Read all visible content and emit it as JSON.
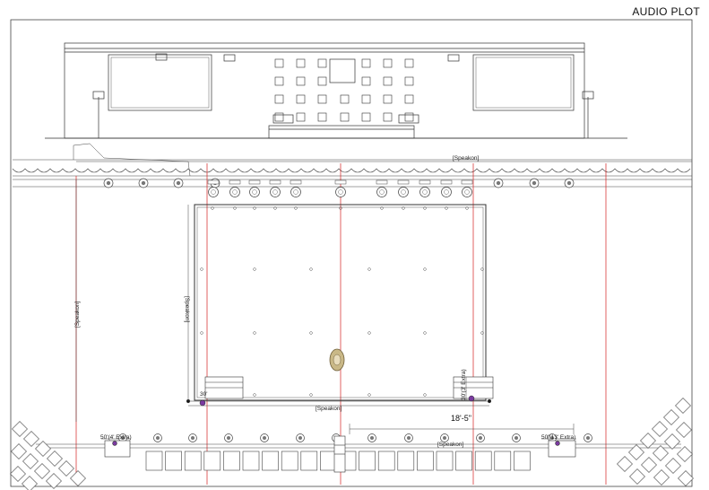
{
  "sheet": {
    "title": "AUDIO PLOT"
  },
  "labels": {
    "cable_top": "[Speakon]",
    "cable_left": "[Speakon]",
    "cable_stage_left": "[Speakon]",
    "cable_mid": "[Speakon]",
    "cable_bottom": "[Speakon]",
    "dim_30_left": "30'",
    "dim_30_right": "30'(3' Extra)",
    "dim_18_5": "18'-5\"",
    "dim_50_left": "50'(4' Extra)",
    "dim_50_right": "50'(13' Extra)"
  },
  "colors": {
    "line": "#333333",
    "guide": "#d62020",
    "truss": "#555555",
    "accent": "#7a3aa0",
    "object": "#b8a274"
  }
}
